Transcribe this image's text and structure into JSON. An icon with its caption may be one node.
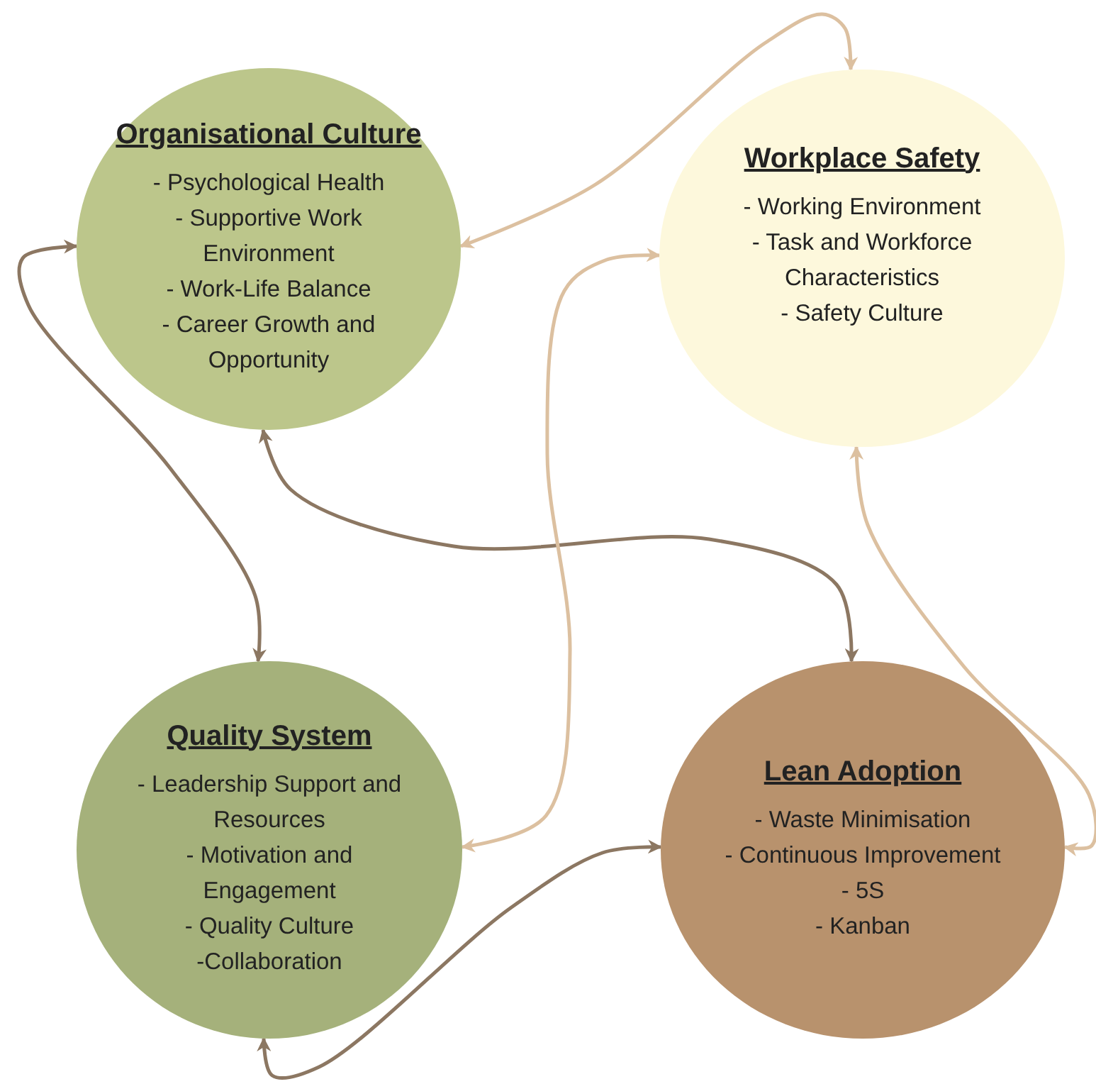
{
  "diagram": {
    "nodes": [
      {
        "text": [
          "Organisational Culture",
          "- Psychological Health",
          "- Supportive Work Environment",
          "- Work-Life Balance",
          "- Career Growth and Opportunity"
        ]
      },
      {
        "text": [
          "Workplace Safety",
          "- Working Environment",
          "- Task and Workforce Characteristics",
          "- Safety Culture"
        ]
      },
      {
        "text": [
          "Quality System",
          "- Leadership Support and Resources",
          "- Motivation and Engagement",
          "- Quality Culture",
          "-Collaboration"
        ]
      },
      {
        "text": [
          "Lean Adoption",
          "- Waste Minimisation",
          "- Continuous Improvement",
          "- 5S",
          "- Kanban"
        ]
      }
    ],
    "edges": [
      {
        "from": 1,
        "to": 0,
        "arrow": "both",
        "color": "#dcc0a0"
      },
      {
        "from": 0,
        "to": 2,
        "arrow": "both",
        "color": "#8c7762"
      },
      {
        "from": 0,
        "to": 3,
        "arrow": "both",
        "color": "#8c7762"
      },
      {
        "from": 2,
        "to": 1,
        "arrow": "both",
        "color": "#dcc0a0"
      },
      {
        "from": 2,
        "to": 3,
        "arrow": "both",
        "color": "#8c7762"
      },
      {
        "from": 1,
        "to": 3,
        "arrow": "both",
        "color": "#dcc0a0"
      }
    ]
  }
}
